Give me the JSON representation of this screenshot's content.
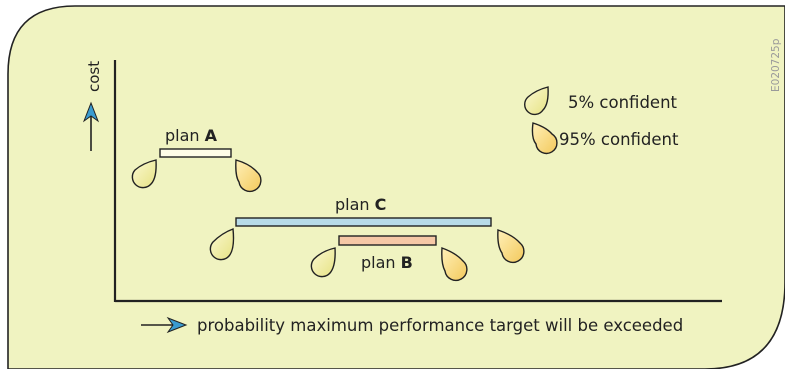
{
  "figure_id": "E020725p",
  "axes": {
    "y_label": "cost",
    "x_label": "probability maximum performance target will be exceeded"
  },
  "legend": {
    "items": [
      {
        "label": "5% confident",
        "color": "#f4f0a8"
      },
      {
        "label": "95% confident",
        "color": "#fbdc84"
      }
    ]
  },
  "plans": [
    {
      "prefix": "plan ",
      "letter": "A",
      "color": "#fffde8"
    },
    {
      "prefix": "plan ",
      "letter": "C",
      "color": "#b8dbe8"
    },
    {
      "prefix": "plan ",
      "letter": "B",
      "color": "#f6c8a6"
    }
  ],
  "colors": {
    "panel_fill": "#f0f3c1",
    "arrow_blue": "#3a9bd0"
  }
}
